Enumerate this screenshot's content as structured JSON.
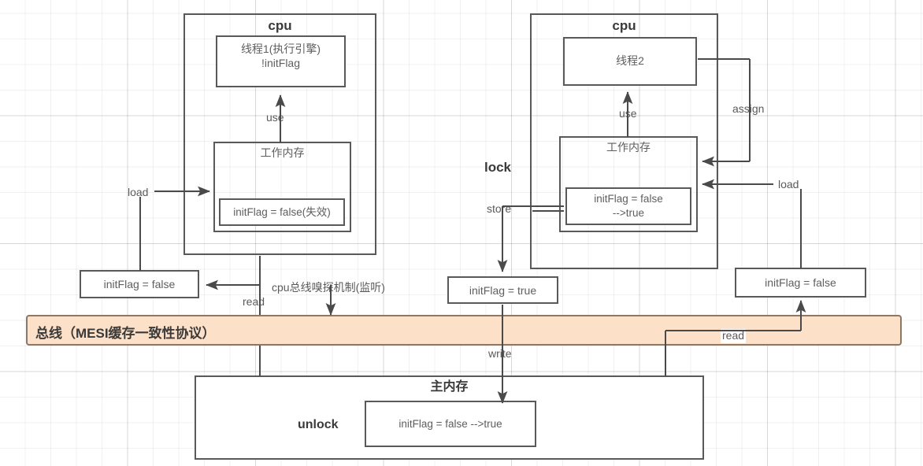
{
  "diagram": {
    "title_cpu_left": "cpu",
    "title_cpu_right": "cpu",
    "bus_label": "总线（MESI缓存一致性协议）",
    "main_memory_title": "主内存"
  },
  "cpu_left": {
    "header": "cpu",
    "thread_box": "线程1(执行引擎)\n!initFlag",
    "use_label": "use",
    "working_memory_title": "工作内存",
    "working_memory_value": "initFlag = false(失效)"
  },
  "cpu_right": {
    "header": "cpu",
    "thread_box": "线程2",
    "use_label": "use",
    "working_memory_title": "工作内存",
    "working_memory_value": "initFlag = false\n-->true"
  },
  "labels": {
    "load_left": "load",
    "load_right": "load",
    "assign": "assign",
    "lock": "lock",
    "store": "store",
    "unlock": "unlock",
    "read_left": "read",
    "read_right": "read",
    "write": "write",
    "snoop": "cpu总线嗅探机制(监听)"
  },
  "cache_boxes": {
    "left": "initFlag = false",
    "middle": "initFlag = true",
    "right": "initFlag = false"
  },
  "main_memory": {
    "title": "主内存",
    "value": "initFlag = false -->true",
    "unlock_label": "unlock"
  },
  "colors": {
    "bus_fill": "#fce0c8",
    "bus_border": "#8a7868",
    "stroke": "#595959",
    "text": "#5a5a5a"
  }
}
